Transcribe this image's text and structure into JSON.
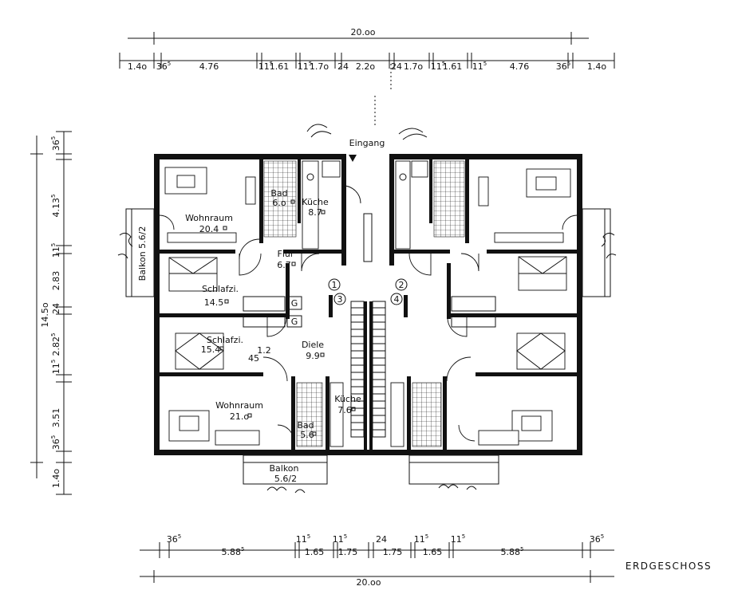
{
  "colors": {
    "ink": "#111111",
    "paper": "#ffffff"
  },
  "title": "ERDGESCHOSS",
  "entrance": "Eingang",
  "top_dims": {
    "total": "20.oo",
    "segments": [
      {
        "base": "1.4o",
        "sup": ""
      },
      {
        "base": "36",
        "sup": "5"
      },
      {
        "base": "4.76",
        "sup": ""
      },
      {
        "base": "11",
        "sup": "5"
      },
      {
        "base": "1.61",
        "sup": ""
      },
      {
        "base": "11",
        "sup": "5"
      },
      {
        "base": "1.7o",
        "sup": ""
      },
      {
        "base": "24",
        "sup": ""
      },
      {
        "base": "2.2o",
        "sup": ""
      },
      {
        "base": "24",
        "sup": ""
      },
      {
        "base": "1.7o",
        "sup": ""
      },
      {
        "base": "11",
        "sup": "5"
      },
      {
        "base": "1.61",
        "sup": ""
      },
      {
        "base": "11",
        "sup": "5"
      },
      {
        "base": "4.76",
        "sup": ""
      },
      {
        "base": "36",
        "sup": "5"
      },
      {
        "base": "1.4o",
        "sup": ""
      }
    ]
  },
  "bottom_dims": {
    "total": "20.oo",
    "segments": [
      {
        "base": "36",
        "sup": "5"
      },
      {
        "base": "5.88",
        "sup": "5"
      },
      {
        "base": "11",
        "sup": "5"
      },
      {
        "base": "1.65",
        "sup": ""
      },
      {
        "base": "11",
        "sup": "5"
      },
      {
        "base": "1.75",
        "sup": ""
      },
      {
        "base": "24",
        "sup": ""
      },
      {
        "base": "1.75",
        "sup": ""
      },
      {
        "base": "11",
        "sup": "5"
      },
      {
        "base": "1.65",
        "sup": ""
      },
      {
        "base": "11",
        "sup": "5"
      },
      {
        "base": "5.88",
        "sup": "5"
      },
      {
        "base": "36",
        "sup": "5"
      }
    ]
  },
  "left_dims": {
    "total": "14.5o",
    "segments": [
      {
        "base": "36",
        "sup": "5"
      },
      {
        "base": "4.13",
        "sup": "5"
      },
      {
        "base": "11",
        "sup": "5"
      },
      {
        "base": "2.83",
        "sup": ""
      },
      {
        "base": "24",
        "sup": ""
      },
      {
        "base": "2.82",
        "sup": "5"
      },
      {
        "base": "11",
        "sup": "5"
      },
      {
        "base": "3.51",
        "sup": ""
      },
      {
        "base": "36",
        "sup": "5"
      },
      {
        "base": "1.4o",
        "sup": ""
      }
    ]
  },
  "rooms": {
    "wohnraum_top": {
      "name": "Wohnraum",
      "area": "20.4"
    },
    "bad_top": {
      "name": "Bad",
      "area": "6.o"
    },
    "kueche_top": {
      "name": "Küche",
      "area": "8.7"
    },
    "flur": {
      "name": "Flur",
      "area": "6.7"
    },
    "schlafzi_top": {
      "name": "Schlafzi.",
      "area": "14.5"
    },
    "schlafzi_bottom": {
      "name": "Schlafzi.",
      "area": "15.4"
    },
    "diele": {
      "name": "Diele",
      "area": "9.9"
    },
    "wohnraum_bottom": {
      "name": "Wohnraum",
      "area": "21.o"
    },
    "kueche_bottom": {
      "name": "Küche",
      "area": "7.6"
    },
    "bad_bottom": {
      "name": "Bad",
      "area": "5.6"
    }
  },
  "balconies": {
    "left": "Balkon 5.6/2",
    "bottom_name": "Balkon",
    "bottom_area": "5.6/2"
  },
  "markers": {
    "g1": "G",
    "g2": "G",
    "stair_1": "1",
    "stair_2": "2",
    "stair_3": "3",
    "stair_4": "4",
    "door_a": "1.2",
    "door_b": "45"
  }
}
